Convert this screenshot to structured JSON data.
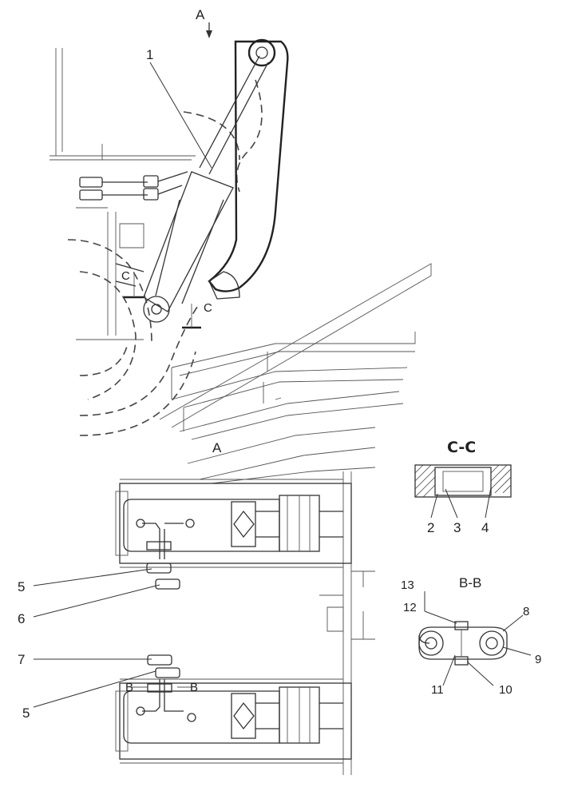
{
  "views": {
    "top_arrow_label": "A",
    "view_a_label": "A",
    "section_c_title": "C-C",
    "section_c_marker_1": "C",
    "section_c_marker_2": "C",
    "section_b_title": "B-B",
    "section_b_marker_1": "B",
    "section_b_marker_2": "B"
  },
  "callouts": {
    "c1": "1",
    "c2": "2",
    "c3": "3",
    "c4": "4",
    "c5a": "5",
    "c5b": "5",
    "c6": "6",
    "c7": "7",
    "c8": "8",
    "c9": "9",
    "c10": "10",
    "c11": "11",
    "c12": "12",
    "c13": "13"
  }
}
